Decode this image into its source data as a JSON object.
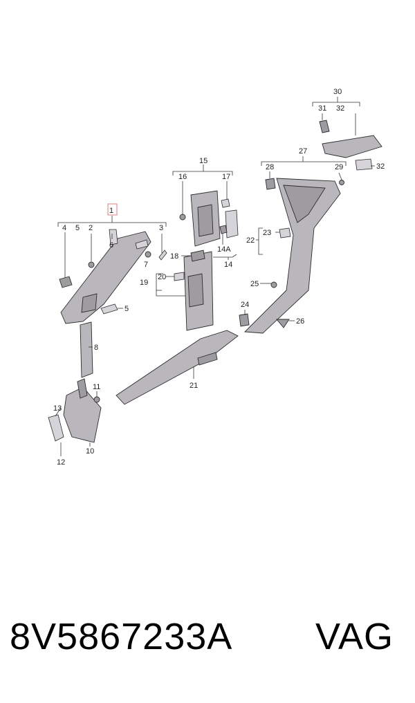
{
  "diagram": {
    "callouts": {
      "c1": "1",
      "c2": "2",
      "c3": "3",
      "c4": "4",
      "c5a": "5",
      "c5b": "5",
      "c6": "6",
      "c7": "7",
      "c8": "8",
      "c10": "10",
      "c11": "11",
      "c12": "12",
      "c13": "13",
      "c14": "14",
      "c14a": "14A",
      "c15": "15",
      "c16": "16",
      "c17": "17",
      "c18": "18",
      "c19": "19",
      "c20": "20",
      "c21": "21",
      "c22": "22",
      "c23": "23",
      "c24": "24",
      "c25": "25",
      "c26": "26",
      "c27": "27",
      "c28": "28",
      "c29": "29",
      "c30": "30",
      "c31": "31",
      "c32a": "32",
      "c32b": "32"
    },
    "highlight_color": "#d98080"
  },
  "footer": {
    "part_number": "8V5867233A",
    "brand": "VAG"
  }
}
